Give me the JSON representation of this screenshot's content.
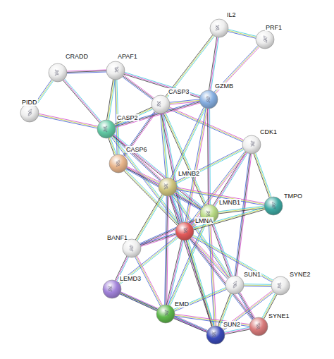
{
  "diagram": {
    "nodes": [
      {
        "text": [
          "IL2"
        ]
      },
      {
        "text": [
          "PRF1"
        ]
      },
      {
        "text": [
          "CRADD"
        ]
      },
      {
        "text": [
          "APAF1"
        ]
      },
      {
        "text": [
          "GZMB"
        ]
      },
      {
        "text": [
          "CASP3"
        ]
      },
      {
        "text": [
          "PIDD"
        ]
      },
      {
        "text": [
          "CASP2"
        ]
      },
      {
        "text": [
          "CDK1"
        ]
      },
      {
        "text": [
          "CASP6"
        ]
      },
      {
        "text": [
          "LMNB2"
        ]
      },
      {
        "text": [
          "TMPO"
        ]
      },
      {
        "text": [
          "LMNB1"
        ]
      },
      {
        "text": [
          "LMNA"
        ]
      },
      {
        "text": [
          "BANF1"
        ]
      },
      {
        "text": [
          "LEMD3"
        ]
      },
      {
        "text": [
          "SUN1"
        ]
      },
      {
        "text": [
          "SYNE2"
        ]
      },
      {
        "text": [
          "EMD"
        ]
      },
      {
        "text": [
          "SYNE1"
        ]
      },
      {
        "text": [
          "SUN2"
        ]
      }
    ],
    "edges": [
      {
        "from": 0,
        "to": 1,
        "arrow": "none"
      },
      {
        "from": 0,
        "to": 4,
        "arrow": "none"
      },
      {
        "from": 1,
        "to": 4,
        "arrow": "none"
      },
      {
        "from": 0,
        "to": 5,
        "arrow": "none"
      },
      {
        "from": 2,
        "to": 3,
        "arrow": "none"
      },
      {
        "from": 2,
        "to": 6,
        "arrow": "none"
      },
      {
        "from": 2,
        "to": 7,
        "arrow": "none"
      },
      {
        "from": 6,
        "to": 7,
        "arrow": "none"
      },
      {
        "from": 3,
        "to": 7,
        "arrow": "none"
      },
      {
        "from": 3,
        "to": 5,
        "arrow": "none"
      },
      {
        "from": 3,
        "to": 9,
        "arrow": "none"
      },
      {
        "from": 3,
        "to": 4,
        "arrow": "none"
      },
      {
        "from": 4,
        "to": 5,
        "arrow": "none"
      },
      {
        "from": 5,
        "to": 7,
        "arrow": "none"
      },
      {
        "from": 5,
        "to": 9,
        "arrow": "none"
      },
      {
        "from": 5,
        "to": 10,
        "arrow": "none"
      },
      {
        "from": 5,
        "to": 13,
        "arrow": "none"
      },
      {
        "from": 5,
        "to": 8,
        "arrow": "none"
      },
      {
        "from": 5,
        "to": 12,
        "arrow": "none"
      },
      {
        "from": 4,
        "to": 7,
        "arrow": "none"
      },
      {
        "from": 4,
        "to": 10,
        "arrow": "none"
      },
      {
        "from": 4,
        "to": 12,
        "arrow": "none"
      },
      {
        "from": 4,
        "to": 13,
        "arrow": "none"
      },
      {
        "from": 7,
        "to": 9,
        "arrow": "none"
      },
      {
        "from": 7,
        "to": 10,
        "arrow": "none"
      },
      {
        "from": 7,
        "to": 13,
        "arrow": "none"
      },
      {
        "from": 7,
        "to": 12,
        "arrow": "none"
      },
      {
        "from": 9,
        "to": 10,
        "arrow": "none"
      },
      {
        "from": 9,
        "to": 13,
        "arrow": "none"
      },
      {
        "from": 9,
        "to": 12,
        "arrow": "none"
      },
      {
        "from": 8,
        "to": 10,
        "arrow": "none"
      },
      {
        "from": 8,
        "to": 12,
        "arrow": "none"
      },
      {
        "from": 8,
        "to": 13,
        "arrow": "none"
      },
      {
        "from": 8,
        "to": 11,
        "arrow": "none"
      },
      {
        "from": 8,
        "to": 16,
        "arrow": "none"
      },
      {
        "from": 10,
        "to": 12,
        "arrow": "none"
      },
      {
        "from": 10,
        "to": 13,
        "arrow": "none"
      },
      {
        "from": 10,
        "to": 11,
        "arrow": "none"
      },
      {
        "from": 10,
        "to": 14,
        "arrow": "none"
      },
      {
        "from": 10,
        "to": 18,
        "arrow": "none"
      },
      {
        "from": 10,
        "to": 16,
        "arrow": "none"
      },
      {
        "from": 10,
        "to": 20,
        "arrow": "none"
      },
      {
        "from": 12,
        "to": 13,
        "arrow": "none"
      },
      {
        "from": 12,
        "to": 11,
        "arrow": "none"
      },
      {
        "from": 12,
        "to": 14,
        "arrow": "none"
      },
      {
        "from": 12,
        "to": 18,
        "arrow": "none"
      },
      {
        "from": 12,
        "to": 16,
        "arrow": "none"
      },
      {
        "from": 12,
        "to": 20,
        "arrow": "none"
      },
      {
        "from": 13,
        "to": 11,
        "arrow": "none"
      },
      {
        "from": 13,
        "to": 14,
        "arrow": "none"
      },
      {
        "from": 13,
        "to": 15,
        "arrow": "none"
      },
      {
        "from": 13,
        "to": 18,
        "arrow": "none"
      },
      {
        "from": 13,
        "to": 16,
        "arrow": "none"
      },
      {
        "from": 13,
        "to": 20,
        "arrow": "none"
      },
      {
        "from": 13,
        "to": 19,
        "arrow": "none"
      },
      {
        "from": 13,
        "to": 17,
        "arrow": "none"
      },
      {
        "from": 14,
        "to": 15,
        "arrow": "none"
      },
      {
        "from": 14,
        "to": 18,
        "arrow": "none"
      },
      {
        "from": 15,
        "to": 18,
        "arrow": "none"
      },
      {
        "from": 15,
        "to": 20,
        "arrow": "none"
      },
      {
        "from": 18,
        "to": 16,
        "arrow": "none"
      },
      {
        "from": 18,
        "to": 20,
        "arrow": "none"
      },
      {
        "from": 18,
        "to": 19,
        "arrow": "none"
      },
      {
        "from": 16,
        "to": 20,
        "arrow": "none"
      },
      {
        "from": 16,
        "to": 19,
        "arrow": "none"
      },
      {
        "from": 16,
        "to": 17,
        "arrow": "none"
      },
      {
        "from": 20,
        "to": 19,
        "arrow": "none"
      },
      {
        "from": 20,
        "to": 17,
        "arrow": "none"
      },
      {
        "from": 19,
        "to": 17,
        "arrow": "none"
      }
    ]
  }
}
